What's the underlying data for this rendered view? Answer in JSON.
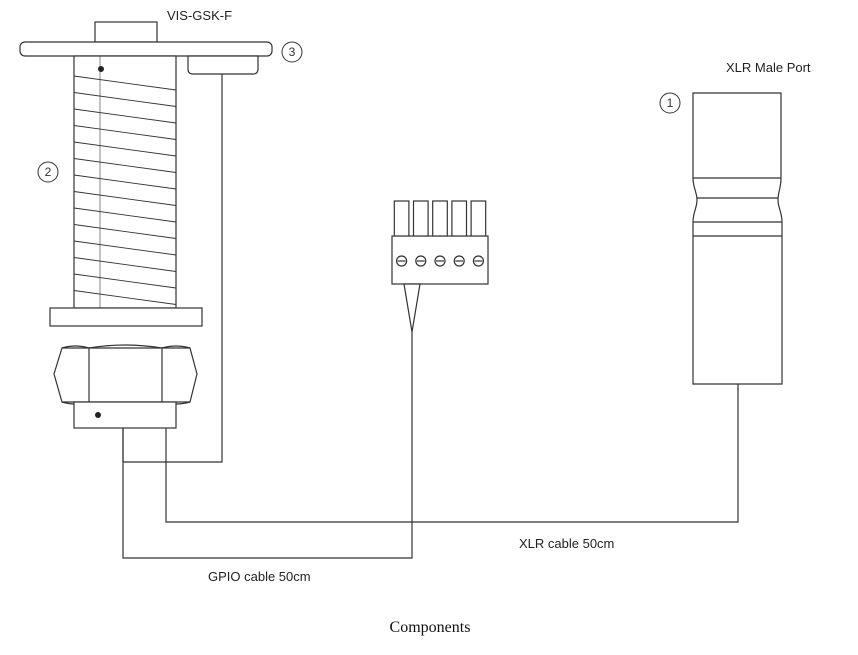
{
  "labels": {
    "device_model": "VIS-GSK-F",
    "xlr_port": "XLR Male Port",
    "xlr_cable": "XLR cable 50cm",
    "gpio_cable": "GPIO cable 50cm",
    "caption": "Components"
  },
  "callouts": {
    "xlr_port_number": "1",
    "threaded_body_number": "2",
    "flange_number": "3"
  },
  "terminal_block": {
    "positions": 5
  }
}
